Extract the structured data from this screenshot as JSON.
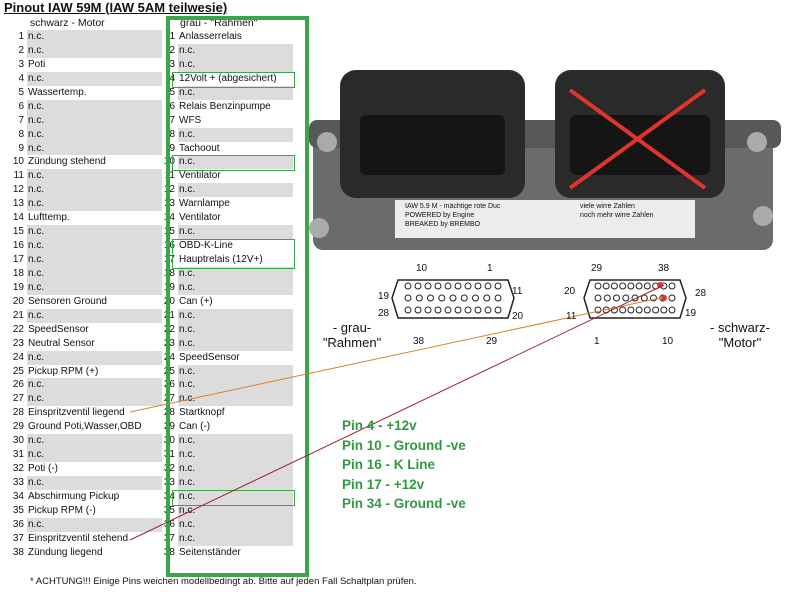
{
  "title": "Pinout IAW 59M (IAW 5AM teilwesie)",
  "left_header": "schwarz - Motor",
  "right_header": "grau - \"Rahmen\"",
  "left_pins": [
    {
      "n": "1",
      "label": "n.c."
    },
    {
      "n": "2",
      "label": "n.c."
    },
    {
      "n": "3",
      "label": "Poti"
    },
    {
      "n": "4",
      "label": "n.c."
    },
    {
      "n": "5",
      "label": "Wassertemp."
    },
    {
      "n": "6",
      "label": "n.c."
    },
    {
      "n": "7",
      "label": "n.c."
    },
    {
      "n": "8",
      "label": "n.c."
    },
    {
      "n": "9",
      "label": "n.c."
    },
    {
      "n": "10",
      "label": "Zündung  stehend"
    },
    {
      "n": "11",
      "label": "n.c."
    },
    {
      "n": "12",
      "label": "n.c."
    },
    {
      "n": "13",
      "label": "n.c."
    },
    {
      "n": "14",
      "label": "Lufttemp."
    },
    {
      "n": "15",
      "label": "n.c."
    },
    {
      "n": "16",
      "label": "n.c."
    },
    {
      "n": "17",
      "label": "n.c."
    },
    {
      "n": "18",
      "label": "n.c."
    },
    {
      "n": "19",
      "label": "n.c."
    },
    {
      "n": "20",
      "label": "Sensoren Ground"
    },
    {
      "n": "21",
      "label": "n.c."
    },
    {
      "n": "22",
      "label": "SpeedSensor"
    },
    {
      "n": "23",
      "label": "Neutral Sensor"
    },
    {
      "n": "24",
      "label": "n.c."
    },
    {
      "n": "25",
      "label": "Pickup RPM (+)"
    },
    {
      "n": "26",
      "label": "n.c."
    },
    {
      "n": "27",
      "label": "n.c."
    },
    {
      "n": "28",
      "label": "Einspritzventil liegend"
    },
    {
      "n": "29",
      "label": "Ground Poti,Wasser,OBD"
    },
    {
      "n": "30",
      "label": "n.c."
    },
    {
      "n": "31",
      "label": "n.c."
    },
    {
      "n": "32",
      "label": "Poti (-)"
    },
    {
      "n": "33",
      "label": "n.c."
    },
    {
      "n": "34",
      "label": "Abschirmung Pickup"
    },
    {
      "n": "35",
      "label": "Pickup RPM (-)"
    },
    {
      "n": "36",
      "label": "n.c."
    },
    {
      "n": "37",
      "label": "Einspritzventil stehend"
    },
    {
      "n": "38",
      "label": "Zündung liegend"
    }
  ],
  "right_pins": [
    {
      "n": "1",
      "label": "Anlasserrelais"
    },
    {
      "n": "2",
      "label": "n.c."
    },
    {
      "n": "3",
      "label": "n.c."
    },
    {
      "n": "4",
      "label": "12Volt + (abgesichert)"
    },
    {
      "n": "5",
      "label": "n.c."
    },
    {
      "n": "6",
      "label": "Relais Benzinpumpe"
    },
    {
      "n": "7",
      "label": "WFS"
    },
    {
      "n": "8",
      "label": "n.c."
    },
    {
      "n": "9",
      "label": "Tachoout"
    },
    {
      "n": "10",
      "label": "n.c."
    },
    {
      "n": "11",
      "label": "Ventilator"
    },
    {
      "n": "12",
      "label": "n.c."
    },
    {
      "n": "13",
      "label": "Warnlampe"
    },
    {
      "n": "14",
      "label": "Ventilator"
    },
    {
      "n": "15",
      "label": "n.c."
    },
    {
      "n": "16",
      "label": "OBD-K-Line"
    },
    {
      "n": "17",
      "label": "Hauptrelais (12V+)"
    },
    {
      "n": "18",
      "label": "n.c."
    },
    {
      "n": "19",
      "label": "n.c."
    },
    {
      "n": "20",
      "label": "Can (+)"
    },
    {
      "n": "21",
      "label": "n.c."
    },
    {
      "n": "22",
      "label": "n.c."
    },
    {
      "n": "23",
      "label": "n.c."
    },
    {
      "n": "24",
      "label": "SpeedSensor"
    },
    {
      "n": "25",
      "label": "n.c."
    },
    {
      "n": "26",
      "label": "n.c."
    },
    {
      "n": "27",
      "label": "n.c."
    },
    {
      "n": "28",
      "label": "Startknopf"
    },
    {
      "n": "29",
      "label": "Can (-)"
    },
    {
      "n": "30",
      "label": "n.c."
    },
    {
      "n": "31",
      "label": "n.c."
    },
    {
      "n": "32",
      "label": "n.c."
    },
    {
      "n": "33",
      "label": "n.c."
    },
    {
      "n": "34",
      "label": "n.c."
    },
    {
      "n": "35",
      "label": "n.c."
    },
    {
      "n": "36",
      "label": "n.c."
    },
    {
      "n": "37",
      "label": "n.c."
    },
    {
      "n": "38",
      "label": "Seitenständer"
    }
  ],
  "ecu_label": {
    "line1": "IAW 5.9 M - mächtige rote Duc",
    "line2": "POWERED by Engine",
    "line3": "BREAKED by BREMBO",
    "right1": "viele wirre Zahlen",
    "right2": "noch mehr wirre Zahlen"
  },
  "grau_connector": {
    "label_line1": "- grau-",
    "label_line2": "\"Rahmen\"",
    "t10": "10",
    "t1": "1",
    "t19": "19",
    "t11": "11",
    "t28": "28",
    "t20": "20",
    "t38": "38",
    "t29": "29"
  },
  "schwarz_connector": {
    "label_line1": "- schwarz-",
    "label_line2": "\"Motor\"",
    "t29": "29",
    "t38": "38",
    "t20": "20",
    "t28": "28",
    "t11": "11",
    "t19": "19",
    "t1": "1",
    "t10": "10"
  },
  "pin_summary": [
    "Pin 4 - +12v",
    "Pin 10 - Ground -ve",
    "Pin 16 - K Line",
    "Pin 17 - +12v",
    "Pin 34 - Ground -ve"
  ],
  "footnote": "* ACHTUNG!!! Einige Pins weichen modellbedingt ab. Bitte auf jeden Fall Schaltplan prüfen.",
  "colors": {
    "green": "#3aa64a",
    "shade": "#dcdcdc",
    "red": "#e0352b",
    "orange_line": "#d9822b",
    "dark_red_line": "#a0202a"
  }
}
